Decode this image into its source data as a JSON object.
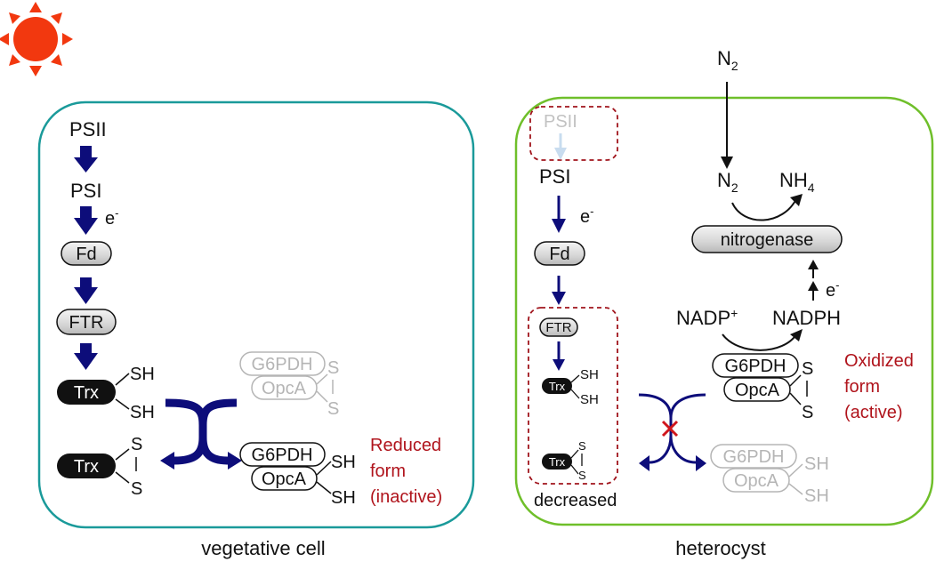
{
  "colors": {
    "sun": "#f2380f",
    "vegetative_border": "#1a9a9a",
    "heterocyst_border": "#6fbf2a",
    "arrow_navy": "#0d0d7a",
    "dashed_red": "#a0141c",
    "label_red": "#b0141c",
    "faded_gray": "#b5b5b5",
    "block_cross": "#d0161c"
  },
  "icons": {
    "sun": "sun-icon"
  },
  "vegetative": {
    "caption": "vegetative cell",
    "psii": "PSII",
    "psi": "PSI",
    "electron": "e",
    "electron_sup": "-",
    "fd": "Fd",
    "ftr": "FTR",
    "trx_reduced": "Trx",
    "trx_oxidized": "Trx",
    "sh1": "SH",
    "sh2": "SH",
    "s1": "S",
    "s2": "S",
    "g6pdh_faded": "G6PDH",
    "opca_faded": "OpcA",
    "s_faded_1": "S",
    "s_faded_2": "S",
    "g6pdh": "G6PDH",
    "opca": "OpcA",
    "sh_out_1": "SH",
    "sh_out_2": "SH",
    "state_line1": "Reduced",
    "state_line2": "form",
    "state_line3": "(inactive)"
  },
  "heterocyst": {
    "caption": "heterocyst",
    "psii_faded": "PSII",
    "psi": "PSI",
    "electron": "e",
    "electron_sup": "-",
    "fd": "Fd",
    "ftr": "FTR",
    "trx_reduced": "Trx",
    "trx_oxidized": "Trx",
    "sh1": "SH",
    "sh2": "SH",
    "s1": "S",
    "s2": "S",
    "decreased": "decreased",
    "n2_outside": "N",
    "n2_outside_sub": "2",
    "n2_inside": "N",
    "n2_inside_sub": "2",
    "nh4": "NH",
    "nh4_sub": "4",
    "nitrogenase": "nitrogenase",
    "nadp": "NADP",
    "nadp_sup": "+",
    "nadph": "NADPH",
    "electron2": "e",
    "electron2_sup": "-",
    "g6pdh": "G6PDH",
    "opca": "OpcA",
    "s_out_1": "S",
    "s_out_2": "S",
    "g6pdh_faded": "G6PDH",
    "opca_faded": "OpcA",
    "sh_faded_1": "SH",
    "sh_faded_2": "SH",
    "state_line1": "Oxidized",
    "state_line2": "form",
    "state_line3": "(active)"
  }
}
